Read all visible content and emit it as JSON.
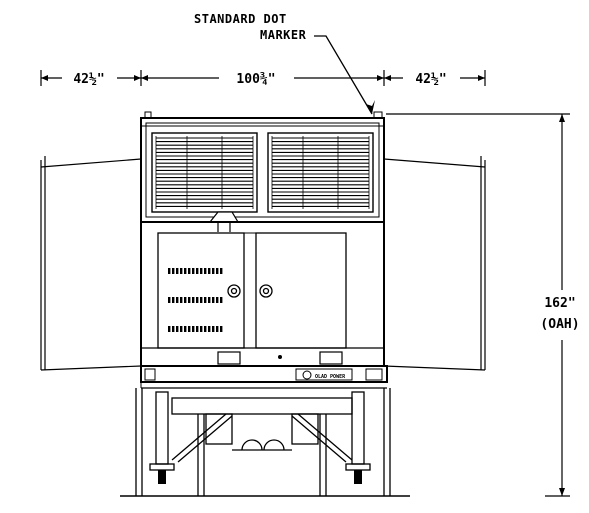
{
  "drawing": {
    "marker_label_line1": "STANDARD DOT",
    "marker_label_line2": "MARKER",
    "dim_left": "42½\"",
    "dim_center": "100¾\"",
    "dim_right": "42½\"",
    "dim_height": "162\"",
    "dim_height_note": "(OAH)",
    "nameplate": "OLAD POWER"
  },
  "colors": {
    "line": "#000000",
    "background": "#ffffff"
  }
}
